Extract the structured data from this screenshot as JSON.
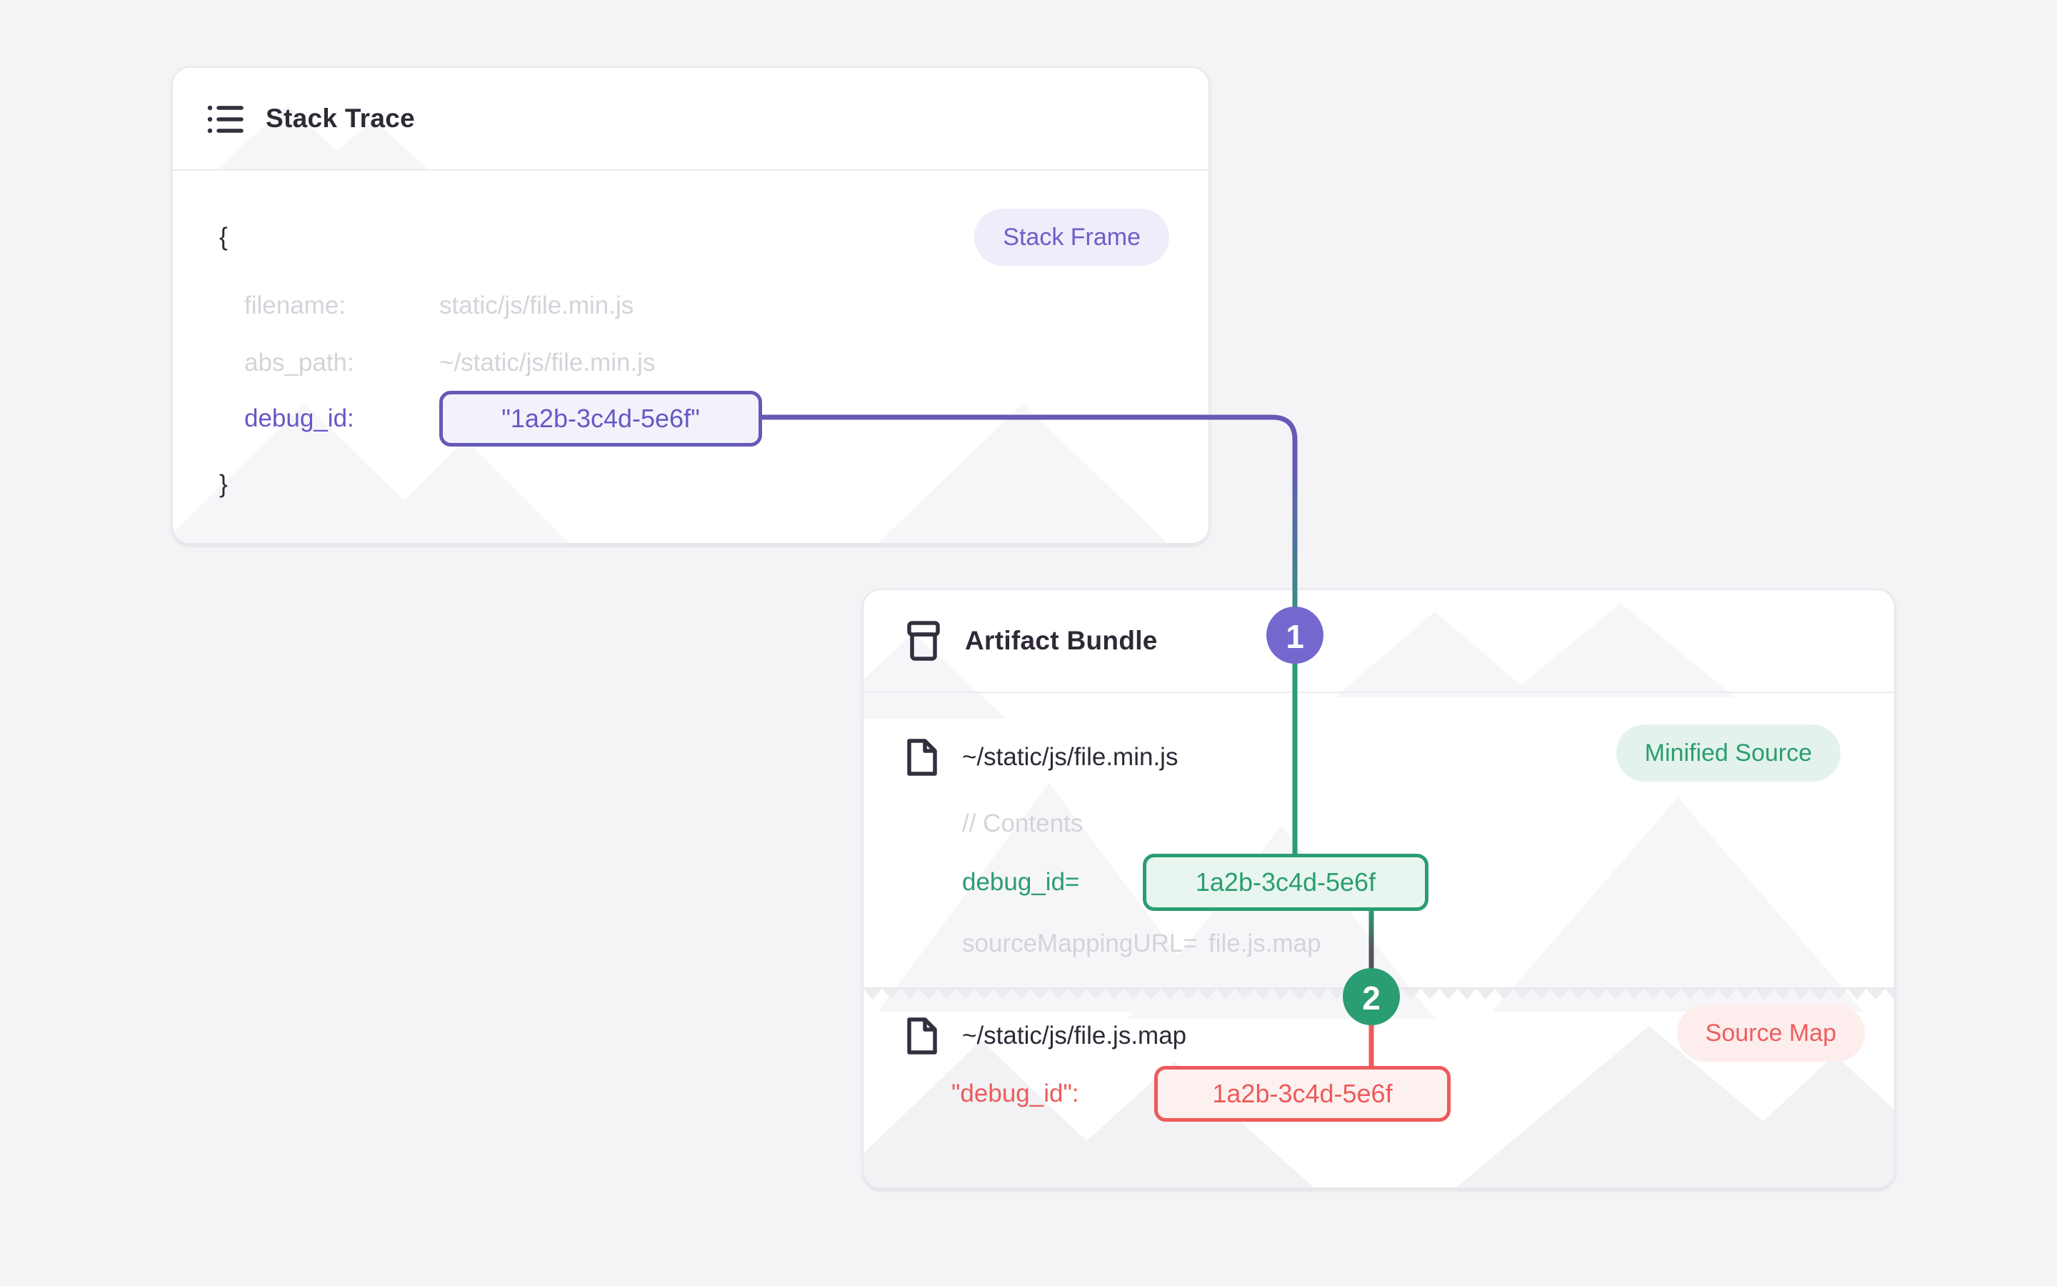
{
  "stack": {
    "title": "Stack Trace",
    "badge": "Stack Frame",
    "brace_open": "{",
    "brace_close": "}",
    "filename_key": "filename:",
    "filename_value": "static/js/file.min.js",
    "abspath_key": "abs_path:",
    "abspath_value": "~/static/js/file.min.js",
    "debug_key": "debug_id:",
    "debug_value": "\"1a2b-3c4d-5e6f\""
  },
  "bundle": {
    "title": "Artifact Bundle",
    "minified": {
      "file": "~/static/js/file.min.js",
      "badge": "Minified Source",
      "comment": "// Contents",
      "debug_key": "debug_id=",
      "debug_value": "1a2b-3c4d-5e6f",
      "map_key": "sourceMappingURL=",
      "map_value": "file.js.map"
    },
    "sourcemap": {
      "file": "~/static/js/file.js.map",
      "badge": "Source Map",
      "debug_key": "\"debug_id\":",
      "debug_value": "1a2b-3c4d-5e6f"
    }
  },
  "connector": {
    "step1": "1",
    "step2": "2"
  },
  "colors": {
    "purple": "#6559c5",
    "teal": "#2b9d73",
    "red": "#ee5a5a",
    "dark": "#2f2936",
    "muted": "#d5d3da",
    "background": "#f4f4f6"
  }
}
